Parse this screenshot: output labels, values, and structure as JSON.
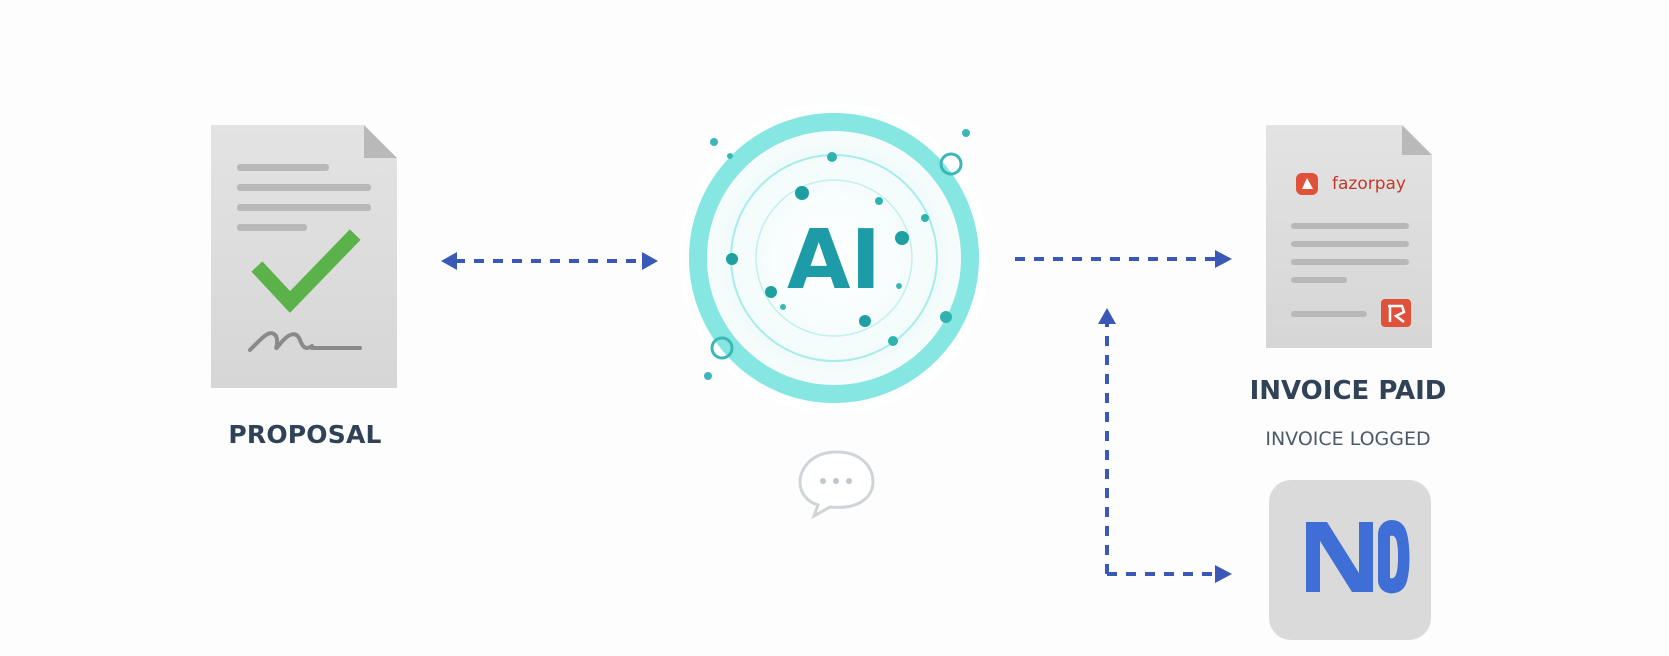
{
  "nodes": {
    "proposal": {
      "label": "PROPOSAL"
    },
    "ai": {
      "label": "AI"
    },
    "invoice": {
      "brand": "fazorpay",
      "label": "INVOICE PAID",
      "sublabel": "INVOICE LOGGED"
    },
    "notion": {
      "icon": "notion-logo-icon"
    }
  },
  "colors": {
    "arrow": "#3a58b5",
    "ai_ring": "#7fe3df",
    "ai_text": "#1d9ba6",
    "check": "#5cb24a",
    "doc": "#dcdcdc",
    "brand": "#e0513a",
    "logo": "#3f6fd6"
  },
  "icons": {
    "proposal_doc": "document-check-icon",
    "signature": "signature-icon",
    "chat": "chat-bubble-icon",
    "brand_badge": "razorpay-badge-icon"
  }
}
